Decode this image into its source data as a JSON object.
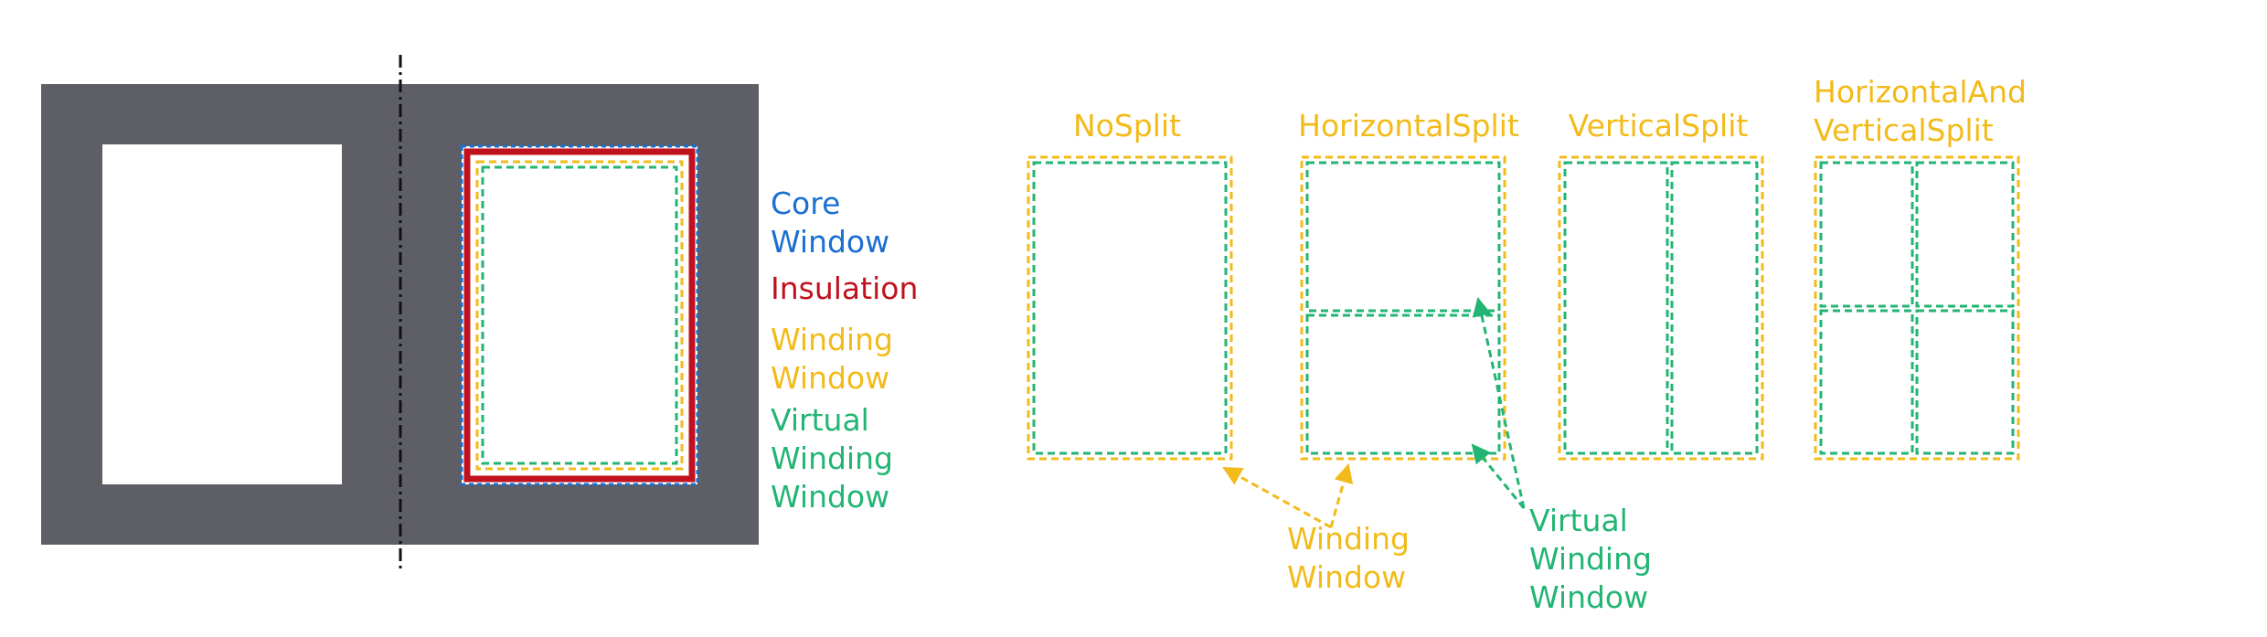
{
  "colors": {
    "core": "#5e5e66",
    "core_window": "#1a6fd1",
    "insulation": "#c0121e",
    "winding_window": "#f2bb1a",
    "virtual_winding_window": "#22b573"
  },
  "legend": {
    "core_window": [
      "Core",
      "Window"
    ],
    "insulation": [
      "Insulation"
    ],
    "winding_window": [
      "Winding",
      "Window"
    ],
    "virtual_winding_window": [
      "Virtual",
      "Winding",
      "Window"
    ]
  },
  "splits": {
    "no_split": [
      "NoSplit"
    ],
    "horizontal_split": [
      "HorizontalSplit"
    ],
    "vertical_split": [
      "VerticalSplit"
    ],
    "horizontal_and_vertical_split": [
      "HorizontalAnd",
      "VerticalSplit"
    ]
  },
  "annotations": {
    "winding_window": [
      "Winding",
      "Window"
    ],
    "virtual_winding_window": [
      "Virtual",
      "Winding",
      "Window"
    ]
  }
}
